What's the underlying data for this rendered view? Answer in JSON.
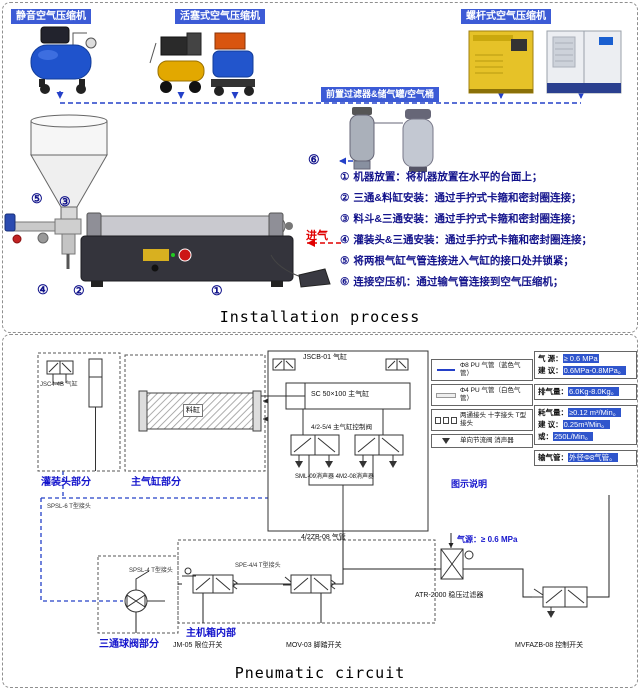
{
  "colors": {
    "label_bg": "#3c5bd6",
    "step_text": "#14148c",
    "line_blue": "#2440c8",
    "accent_red": "#e00000",
    "section_label": "#1414cc"
  },
  "installation": {
    "caption": "Installation process",
    "equipment": [
      {
        "label": "静音空气压缩机"
      },
      {
        "label": "活塞式空气压缩机"
      },
      {
        "label": "螺杆式空气压缩机"
      }
    ],
    "filter_label": "前置过滤器&储气罐/空气桶",
    "intake_label": "进气",
    "markers": [
      "①",
      "②",
      "③",
      "④",
      "⑤",
      "⑥"
    ],
    "steps": [
      {
        "num": "①",
        "text": "机器放置：将机器放置在水平的台面上；"
      },
      {
        "num": "②",
        "text": "三通&料缸安装：通过手拧式卡箍和密封圈连接；"
      },
      {
        "num": "③",
        "text": "料斗&三通安装：通过手拧式卡箍和密封圈连接；"
      },
      {
        "num": "④",
        "text": "灌装头&三通安装：通过手拧式卡箍和密封圈连接；"
      },
      {
        "num": "⑤",
        "text": "将两根气缸气管连接进入气缸的接口处并锁紧；"
      },
      {
        "num": "⑥",
        "text": "连接空压机：通过输气管连接到空气压缩机；"
      }
    ]
  },
  "pneumatic": {
    "caption": "Pneumatic circuit",
    "sections": {
      "filling_head": "灌装头部分",
      "main_cylinder": "主气缸部分",
      "three_way_valve": "三通球阀部分",
      "cabinet": "主机箱内部",
      "legend_title": "图示说明"
    },
    "components": {
      "filling_cylinder": "JSC4-4B 气缸",
      "material_cylinder": "料缸",
      "top_cylinder": "JSCB-01 气缸",
      "main_cylinder": "SC 50×100 主气缸",
      "control_valve": "4/2-5/4 主气缸控制阀",
      "mufflers": "SML-09消声器 4M2-08消声器",
      "air_tube": "4/2ZB-08 气管",
      "limit_switch": "JM-05 限位开关",
      "foot_switch": "MOV-03 脚踏开关",
      "filter_regulator": "ATR-2000 稳压过滤器",
      "control_switch": "MVFAZB-08 控制开关",
      "tee_6": "SPSL-6 T型接头",
      "tee_4": "SPSL-4 T型接头",
      "tee_44": "SPE-4/4 T型接头"
    },
    "air_source_label": "气源：≥ 0.6 MPa",
    "legend": [
      "Φ8 PU 气管（蓝色气管）",
      "Φ4 PU 气管（白色气管）",
      "两通接头 十字接头 T型接头",
      "单向节流阀 消声器"
    ],
    "specs": [
      {
        "lines": [
          {
            "k": "气 源：",
            "v": "≥ 0.6 MPa"
          },
          {
            "k": "建 议：",
            "v": "0.6MPa-0.8MPa。"
          }
        ]
      },
      {
        "lines": [
          {
            "k": "排气量：",
            "v": "6.0Kg-8.0Kg。"
          }
        ]
      },
      {
        "lines": [
          {
            "k": "耗气量：",
            "v": "≥0.12 m³/Min。"
          },
          {
            "k": "建 议：",
            "v": "0.25m³/Min。"
          },
          {
            "k": "或：",
            "v": "250L/Min。"
          }
        ]
      },
      {
        "lines": [
          {
            "k": "输气管：",
            "v": "外径Φ8气管。"
          }
        ]
      }
    ]
  }
}
